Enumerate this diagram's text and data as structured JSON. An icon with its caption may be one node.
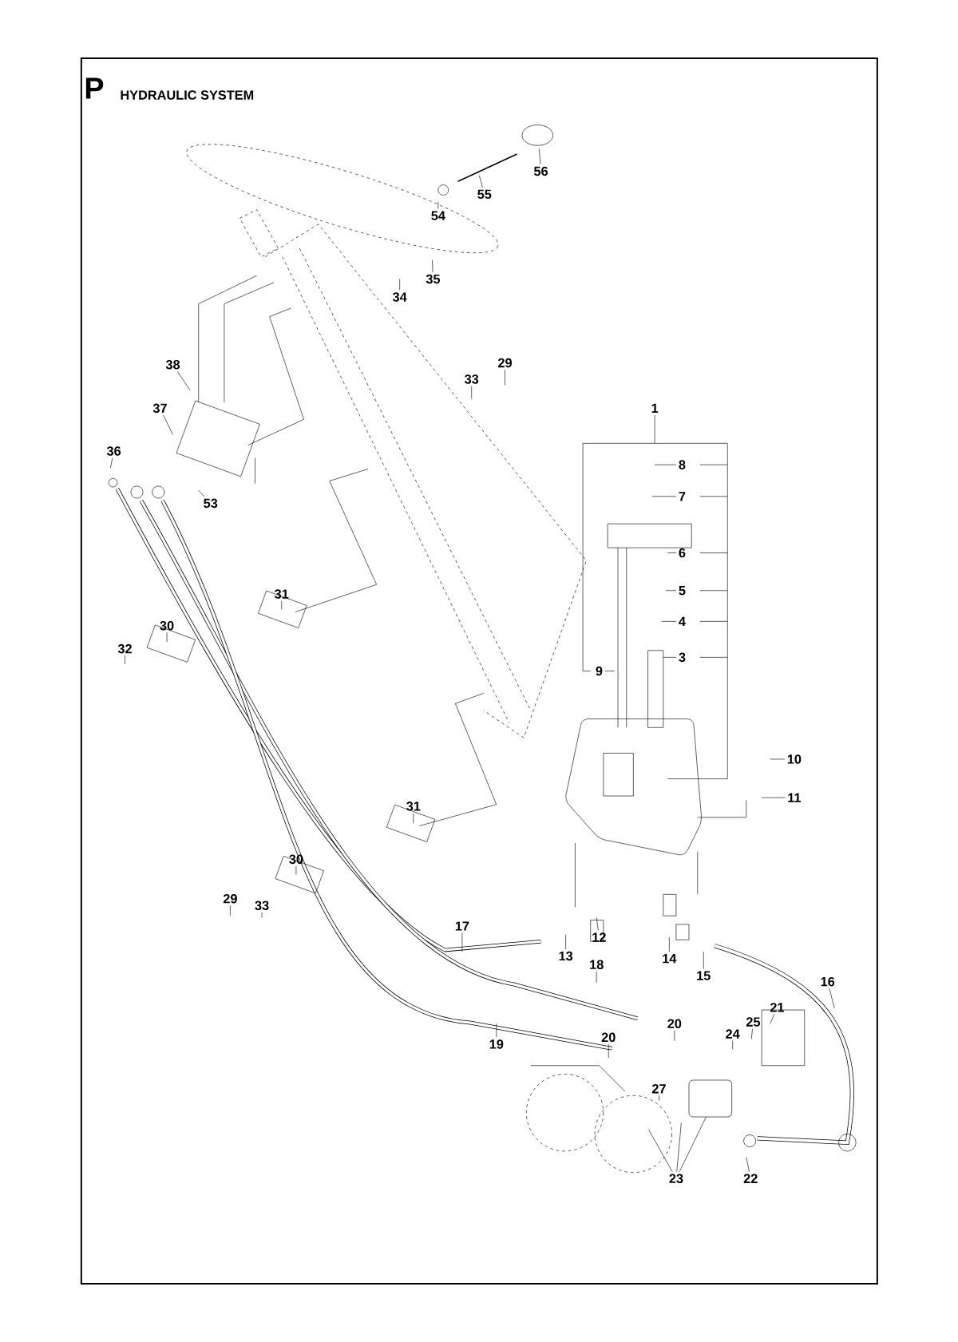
{
  "diagram": {
    "title": "HYDRAULIC SYSTEM",
    "nodes": [
      {
        "text": [
          "56"
        ]
      },
      {
        "text": [
          "55"
        ]
      },
      {
        "text": [
          "54"
        ]
      },
      {
        "text": [
          "35"
        ]
      },
      {
        "text": [
          "34"
        ]
      },
      {
        "text": [
          "38"
        ]
      },
      {
        "text": [
          "29"
        ]
      },
      {
        "text": [
          "33"
        ]
      },
      {
        "text": [
          "1"
        ]
      },
      {
        "text": [
          "37"
        ]
      },
      {
        "text": [
          "36"
        ]
      },
      {
        "text": [
          "8"
        ]
      },
      {
        "text": [
          "53"
        ]
      },
      {
        "text": [
          "7"
        ]
      },
      {
        "text": [
          "6"
        ]
      },
      {
        "text": [
          "5"
        ]
      },
      {
        "text": [
          "4"
        ]
      },
      {
        "text": [
          "31"
        ]
      },
      {
        "text": [
          "30"
        ]
      },
      {
        "text": [
          "32"
        ]
      },
      {
        "text": [
          "9"
        ]
      },
      {
        "text": [
          "3"
        ]
      },
      {
        "text": [
          "10"
        ]
      },
      {
        "text": [
          "11"
        ]
      },
      {
        "text": [
          "31"
        ]
      },
      {
        "text": [
          "30"
        ]
      },
      {
        "text": [
          "29"
        ]
      },
      {
        "text": [
          "33"
        ]
      },
      {
        "text": [
          "17"
        ]
      },
      {
        "text": [
          "12"
        ]
      },
      {
        "text": [
          "18"
        ]
      },
      {
        "text": [
          "13"
        ]
      },
      {
        "text": [
          "14"
        ]
      },
      {
        "text": [
          "15"
        ]
      },
      {
        "text": [
          "16"
        ]
      },
      {
        "text": [
          "21"
        ]
      },
      {
        "text": [
          "20"
        ]
      },
      {
        "text": [
          "25"
        ]
      },
      {
        "text": [
          "24"
        ]
      },
      {
        "text": [
          "20"
        ]
      },
      {
        "text": [
          "19"
        ]
      },
      {
        "text": [
          "27"
        ]
      },
      {
        "text": [
          "23"
        ]
      },
      {
        "text": [
          "22"
        ]
      }
    ],
    "edges": [
      {
        "from": 0,
        "to": null,
        "arrow": "none"
      },
      {
        "from": 1,
        "to": null,
        "arrow": "none"
      },
      {
        "from": 2,
        "to": null,
        "arrow": "none"
      },
      {
        "from": 3,
        "to": null,
        "arrow": "none"
      },
      {
        "from": 4,
        "to": null,
        "arrow": "none"
      },
      {
        "from": 5,
        "to": null,
        "arrow": "none"
      },
      {
        "from": 6,
        "to": null,
        "arrow": "none"
      },
      {
        "from": 7,
        "to": null,
        "arrow": "none"
      },
      {
        "from": 8,
        "to": null,
        "arrow": "none"
      },
      {
        "from": 9,
        "to": null,
        "arrow": "none"
      },
      {
        "from": 10,
        "to": null,
        "arrow": "none"
      },
      {
        "from": 11,
        "to": null,
        "arrow": "none"
      },
      {
        "from": 12,
        "to": null,
        "arrow": "none"
      },
      {
        "from": 13,
        "to": null,
        "arrow": "none"
      },
      {
        "from": 14,
        "to": null,
        "arrow": "none"
      },
      {
        "from": 15,
        "to": null,
        "arrow": "none"
      },
      {
        "from": 16,
        "to": null,
        "arrow": "none"
      },
      {
        "from": 17,
        "to": null,
        "arrow": "none"
      },
      {
        "from": 18,
        "to": null,
        "arrow": "none"
      },
      {
        "from": 19,
        "to": null,
        "arrow": "none"
      },
      {
        "from": 20,
        "to": null,
        "arrow": "none"
      },
      {
        "from": 21,
        "to": null,
        "arrow": "none"
      },
      {
        "from": 22,
        "to": null,
        "arrow": "none"
      },
      {
        "from": 23,
        "to": null,
        "arrow": "none"
      },
      {
        "from": 24,
        "to": null,
        "arrow": "none"
      },
      {
        "from": 25,
        "to": null,
        "arrow": "none"
      },
      {
        "from": 26,
        "to": null,
        "arrow": "none"
      },
      {
        "from": 27,
        "to": null,
        "arrow": "none"
      },
      {
        "from": 28,
        "to": null,
        "arrow": "none"
      },
      {
        "from": 29,
        "to": null,
        "arrow": "none"
      },
      {
        "from": 30,
        "to": null,
        "arrow": "none"
      },
      {
        "from": 31,
        "to": null,
        "arrow": "none"
      },
      {
        "from": 32,
        "to": null,
        "arrow": "none"
      },
      {
        "from": 33,
        "to": null,
        "arrow": "none"
      },
      {
        "from": 34,
        "to": null,
        "arrow": "none"
      },
      {
        "from": 35,
        "to": null,
        "arrow": "none"
      },
      {
        "from": 36,
        "to": null,
        "arrow": "none"
      },
      {
        "from": 37,
        "to": null,
        "arrow": "none"
      },
      {
        "from": 38,
        "to": null,
        "arrow": "none"
      },
      {
        "from": 39,
        "to": null,
        "arrow": "none"
      },
      {
        "from": 40,
        "to": null,
        "arrow": "none"
      },
      {
        "from": 41,
        "to": null,
        "arrow": "none"
      },
      {
        "from": 42,
        "to": null,
        "arrow": "none"
      },
      {
        "from": 42,
        "to": null,
        "arrow": "none"
      },
      {
        "from": 42,
        "to": null,
        "arrow": "none"
      },
      {
        "from": 43,
        "to": null,
        "arrow": "none"
      }
    ],
    "labels": [
      "P"
    ]
  }
}
